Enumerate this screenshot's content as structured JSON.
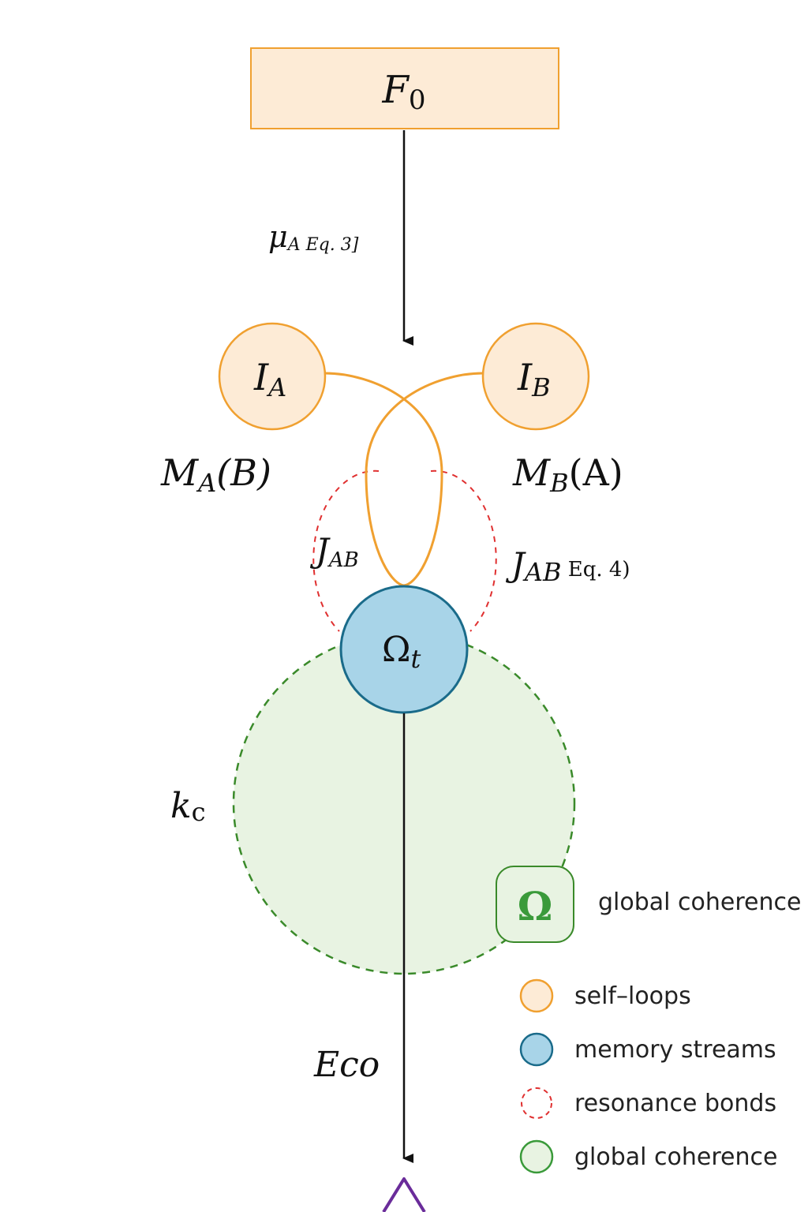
{
  "nodes": {
    "f0": {
      "base": "F",
      "sub": "0"
    },
    "ia": {
      "base": "I",
      "sub": "A"
    },
    "ib": {
      "base": "I",
      "sub": "B"
    },
    "omega_t": {
      "base": "Ω",
      "sub": "t"
    },
    "omega_badge": "Ω"
  },
  "labels": {
    "mu": {
      "base": "μ",
      "sub": "A Eq. 3]"
    },
    "ma": {
      "base": "M",
      "sub": "A",
      "tail": "(B)"
    },
    "mb": {
      "base": "M",
      "sub": "B",
      "tail": "(A)"
    },
    "jab_left": {
      "base": "J",
      "sub": "AB"
    },
    "jab_right": {
      "base": "J",
      "sub": "AB",
      "tail": " Eq. 4)"
    },
    "kc": {
      "base": "k",
      "sub": "c"
    },
    "eco": "Eco",
    "badge_caption": "global coherence"
  },
  "legend": [
    {
      "label": "self–loops",
      "color": "#f0a030"
    },
    {
      "label": "memory streams",
      "color": "#1a6b8a"
    },
    {
      "label": "resonance bonds",
      "color": "#e03030"
    },
    {
      "label": "global coherence",
      "color": "#3a9a3a"
    }
  ],
  "colors": {
    "orange": "#f0a030",
    "orange_fill": "#fdebd6",
    "blue": "#1a6b8a",
    "blue_fill": "#a8d4e8",
    "green": "#3a8a2a",
    "green_fill": "#e8f3e2",
    "red": "#e03030",
    "purple": "#6a2c9a"
  }
}
